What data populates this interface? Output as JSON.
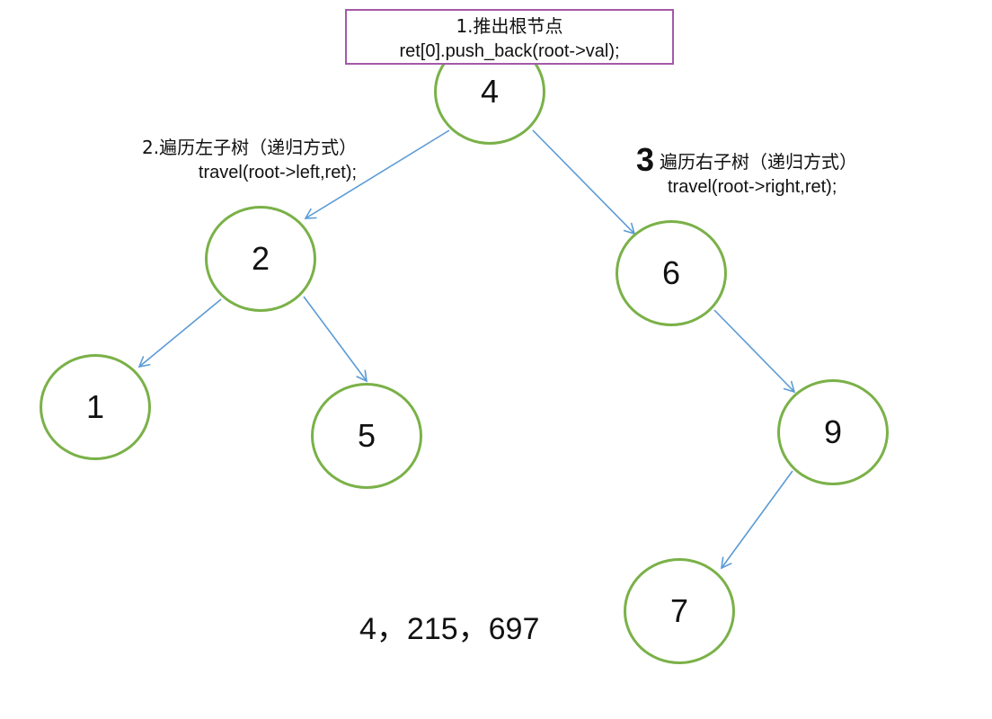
{
  "root_step": {
    "title": "1.推出根节点",
    "code": "ret[0].push_back(root->val);"
  },
  "left_step": {
    "title": "2.遍历左子树（递归方式）",
    "code": "travel(root->left,ret);"
  },
  "right_step": {
    "marker": "3",
    "title": "遍历右子树（递归方式）",
    "code": "travel(root->right,ret);"
  },
  "nodes": {
    "n4": "4",
    "n2": "2",
    "n6": "6",
    "n1": "1",
    "n5": "5",
    "n9": "9",
    "n7": "7"
  },
  "result_text": "4，215，697",
  "colors": {
    "node_border": "#7ab148",
    "edge": "#5b9bd5",
    "box_border": "#a35aa8"
  }
}
